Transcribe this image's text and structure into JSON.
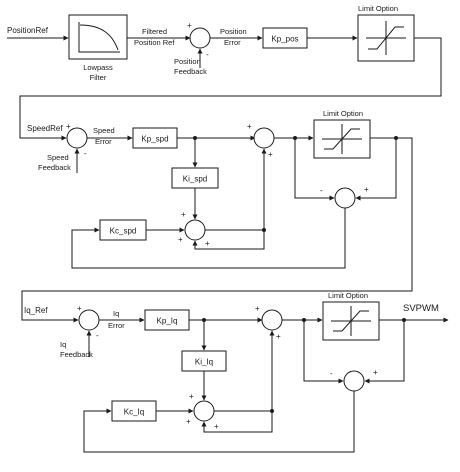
{
  "stage1": {
    "input_label": "PositionRef",
    "lowpass_label_1": "Lowpass",
    "lowpass_label_2": "Filter",
    "filtered_label_1": "Filtered",
    "filtered_label_2": "Position Ref",
    "feedback_label_1": "Position",
    "feedback_label_2": "Feedback",
    "error_label_1": "Position",
    "error_label_2": "Error",
    "gain_label": "Kp_pos",
    "limit_label": "Limit Option",
    "sum_plus": "+",
    "sum_minus": "-"
  },
  "stage2": {
    "input_label": "SpeedRef",
    "feedback_label_1": "Speed",
    "feedback_label_2": "Feedback",
    "error_label_1": "Speed",
    "error_label_2": "Error",
    "kp_label": "Kp_spd",
    "ki_label": "Ki_spd",
    "kc_label": "Kc_spd",
    "limit_label": "Limit Option",
    "plus": "+",
    "minus": "-"
  },
  "stage3": {
    "input_label": "Iq_Ref",
    "feedback_label_1": "Iq",
    "feedback_label_2": "Feedback",
    "error_label_1": "Iq",
    "error_label_2": "Error",
    "kp_label": "Kp_Iq",
    "ki_label": "Ki_Iq",
    "kc_label": "Kc_Iq",
    "limit_label": "Limit Option",
    "output_label": "SVPWM",
    "plus": "+",
    "minus": "-"
  }
}
